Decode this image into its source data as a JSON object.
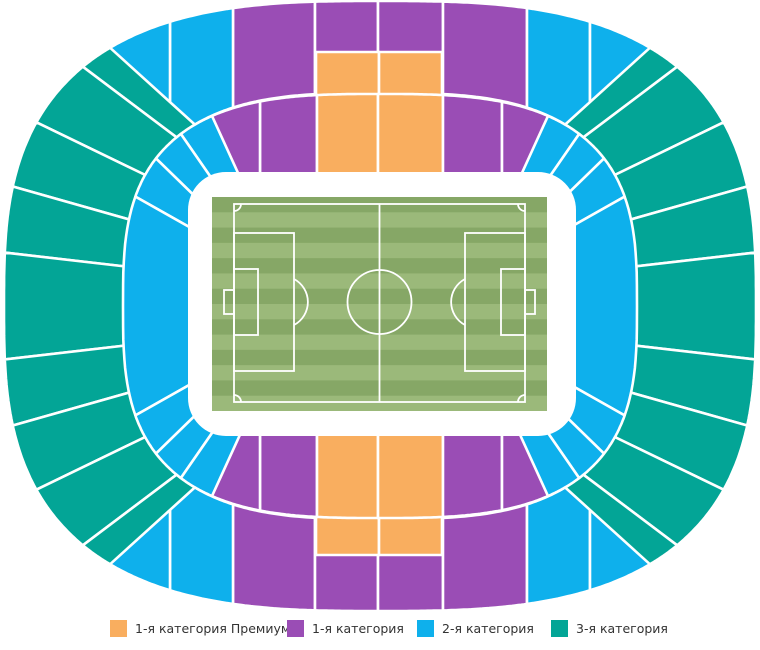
{
  "colors": {
    "premium": "#F9AE5F",
    "cat1": "#9A4DB5",
    "cat2": "#0EB0EC",
    "cat3": "#03A596",
    "pitch_light": "#9BB97A",
    "pitch_dark": "#86A766",
    "background": "#FFFFFF"
  },
  "legend": [
    {
      "key": "premium",
      "label": "1-я категория Премиум"
    },
    {
      "key": "cat1",
      "label": "1-я категория"
    },
    {
      "key": "cat2",
      "label": "2-я категория"
    },
    {
      "key": "cat3",
      "label": "3-я категория"
    }
  ]
}
